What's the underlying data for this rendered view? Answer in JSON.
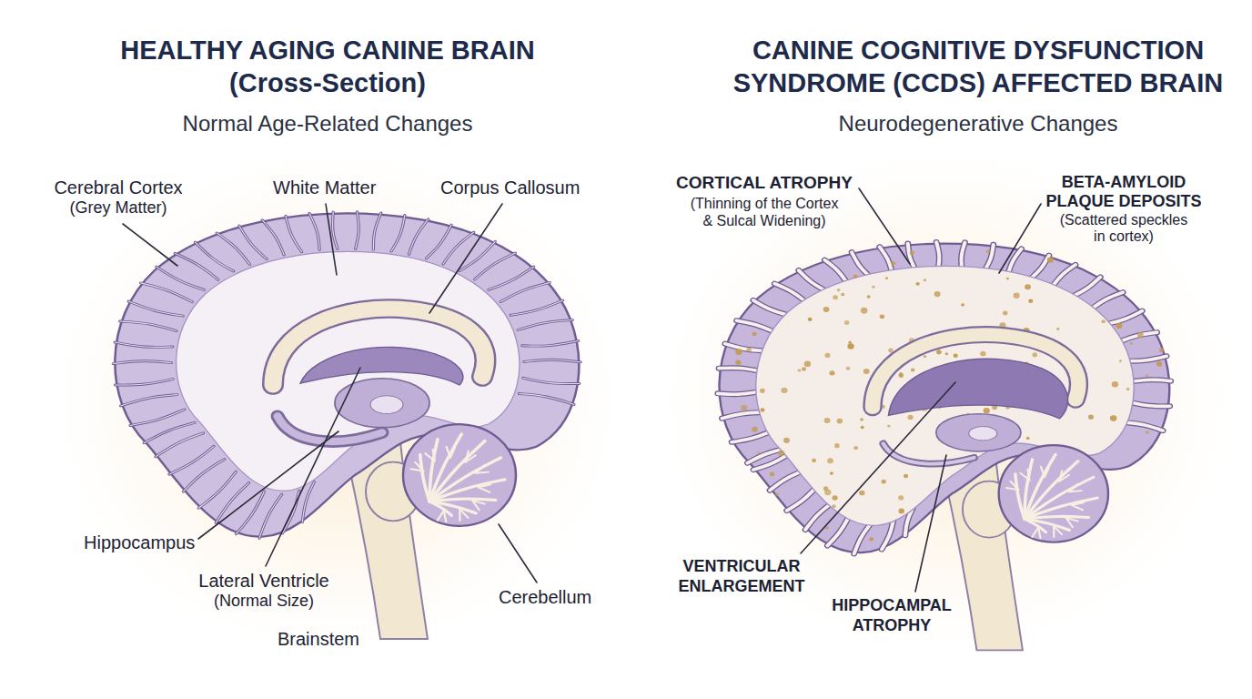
{
  "diagram": {
    "labels": [
      "HEALTHY AGING CANINE BRAIN",
      "(Cross-Section)",
      "Normal Age-Related Changes",
      "Cerebral Cortex",
      "(Grey Matter)",
      "White Matter",
      "Corpus Callosum",
      "Hippocampus",
      "Lateral Ventricle",
      "(Normal Size)",
      "Cerebellum",
      "Brainstem",
      "CANINE COGNITIVE DYSFUNCTION SYNDROME (CCDS) AFFECTED BRAIN",
      "Neurodegenerative Changes",
      "CORTICAL ATROPHY",
      "(Thinning of the Cortex & Sulcal Widening)",
      "BETA-AMYLOID PLAQUE DEPOSITS",
      "(Scattered speckles in cortex)",
      "VENTRICULAR ENLARGEMENT",
      "HIPPOCAMPAL ATROPHY"
    ]
  }
}
